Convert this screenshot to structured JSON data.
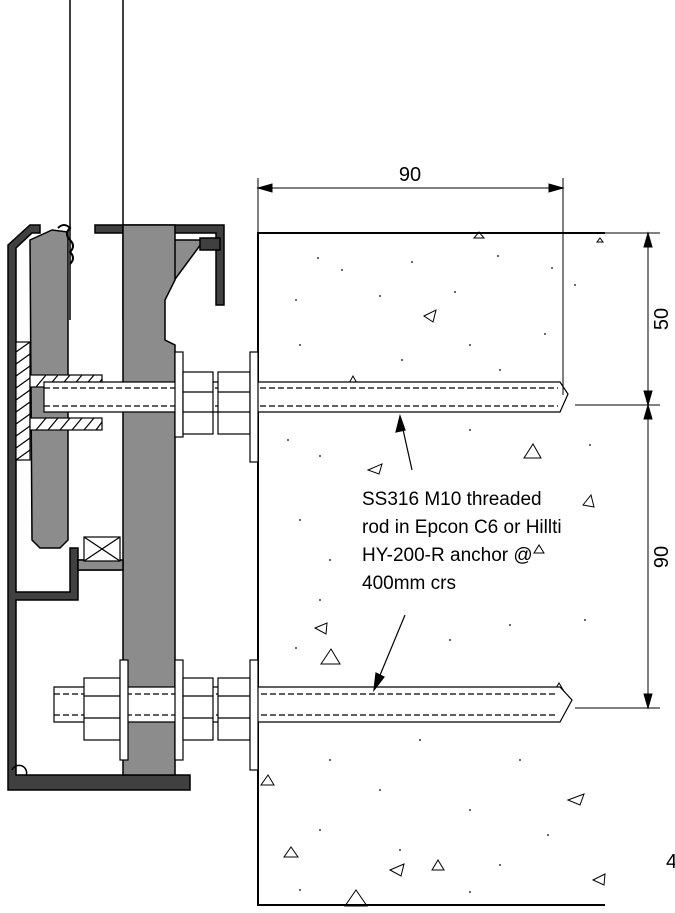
{
  "dimensions": {
    "top_horizontal": "90",
    "right_upper_vertical": "50",
    "right_lower_vertical": "90"
  },
  "annotation": {
    "lines": [
      "SS316 M10 threaded",
      "rod in Epcon C6 or Hillti",
      "HY-200-R anchor @",
      "400mm crs"
    ]
  },
  "edge_fragment": "4",
  "colors": {
    "line": "#000000",
    "steel": "#8c8c8c",
    "steel_dark": "#404040",
    "plate": "#a6a6a6",
    "rod": "#f2f2f2",
    "concrete": "#ffffff"
  }
}
